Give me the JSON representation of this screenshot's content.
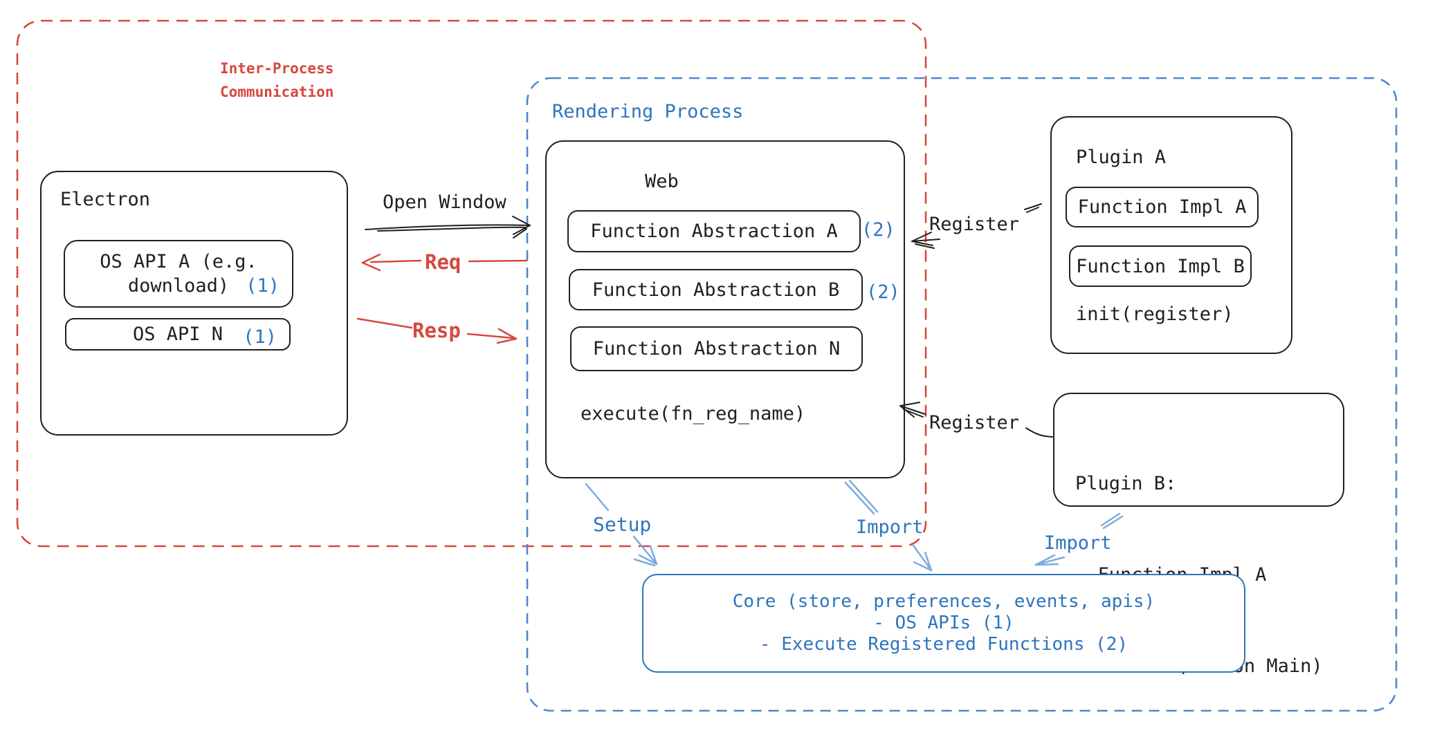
{
  "diagram": {
    "ipc": {
      "label": "Inter-Process\nCommunication"
    },
    "rendering": {
      "label": "Rendering Process"
    },
    "electron": {
      "title": "Electron",
      "os_api_a": {
        "label": "OS API A (e.g.\ndownload)",
        "badge": "(1)"
      },
      "os_api_n": {
        "label": "OS API N",
        "badge": "(1)"
      }
    },
    "web": {
      "title": "Web",
      "fa_a": {
        "label": "Function Abstraction A",
        "badge": "(2)"
      },
      "fa_b": {
        "label": "Function Abstraction B",
        "badge": "(2)"
      },
      "fa_n": {
        "label": "Function Abstraction N"
      },
      "execute": "execute(fn_reg_name)"
    },
    "plugin_a": {
      "title": "Plugin A",
      "impl_a": "Function Impl A",
      "impl_b": "Function Impl B",
      "init": "init(register)"
    },
    "plugin_b": {
      "title": "Plugin B:",
      "items": [
        "- Function Impl A",
        "- Module (run on Main)"
      ]
    },
    "core": {
      "lines": [
        "Core (store, preferences, events, apis)",
        "- OS APIs (1)",
        "- Execute Registered Functions (2)"
      ]
    },
    "arrows": {
      "open_window": "Open Window",
      "req": "Req",
      "resp": "Resp",
      "register_a": "Register",
      "register_b": "Register",
      "setup": "Setup",
      "import_web": "Import",
      "import_plugin": "Import"
    },
    "colors": {
      "ink": "#1f1f1f",
      "red": "#d6483f",
      "blue": "#2e74bd",
      "blue_dash": "#4f86cf",
      "blue_arrow": "#7ea9de"
    }
  }
}
